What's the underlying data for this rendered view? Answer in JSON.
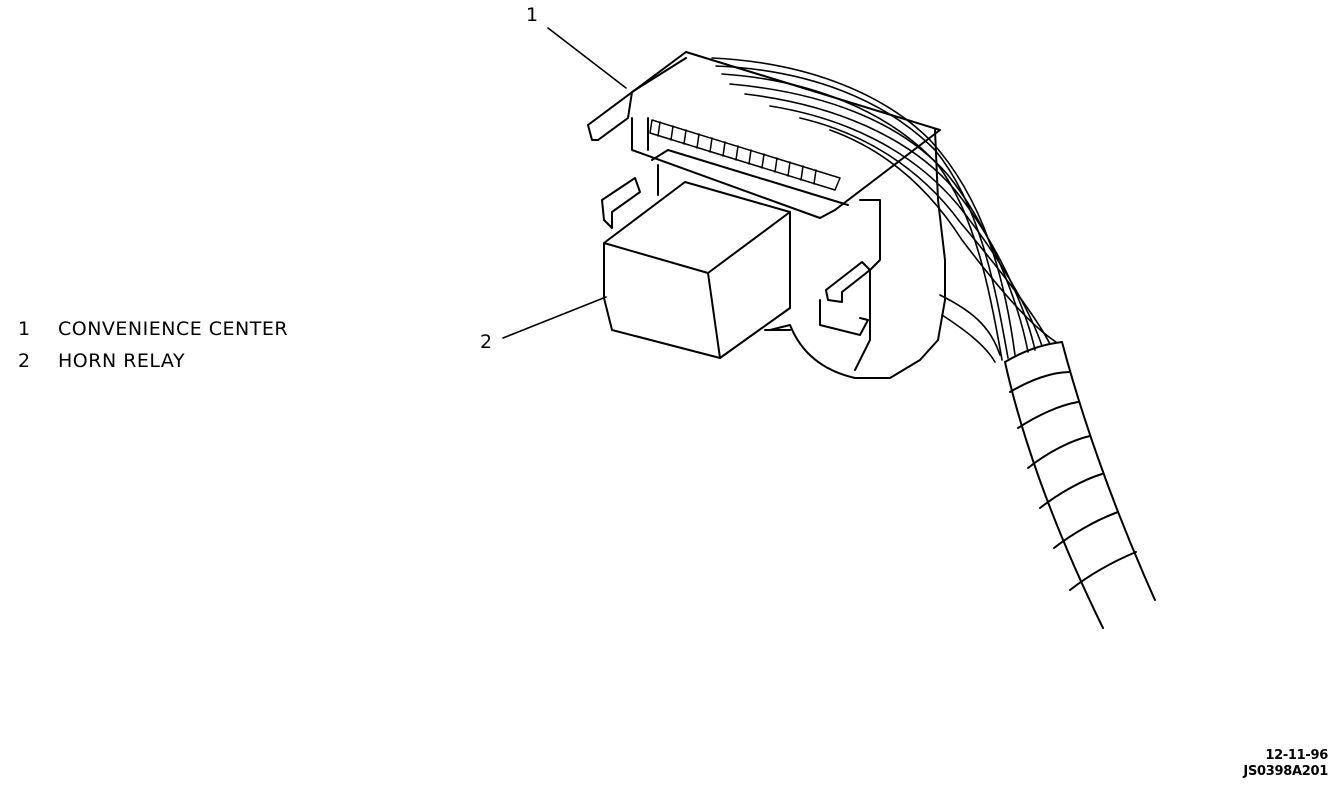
{
  "legend": [
    {
      "number": "1",
      "label": "CONVENIENCE CENTER"
    },
    {
      "number": "2",
      "label": "HORN RELAY"
    }
  ],
  "callouts": [
    {
      "number": "1"
    },
    {
      "number": "2"
    }
  ],
  "figure": {
    "date": "12-11-96",
    "code": "JS0398A201"
  },
  "colors": {
    "line": "#000000",
    "background": "#ffffff"
  }
}
